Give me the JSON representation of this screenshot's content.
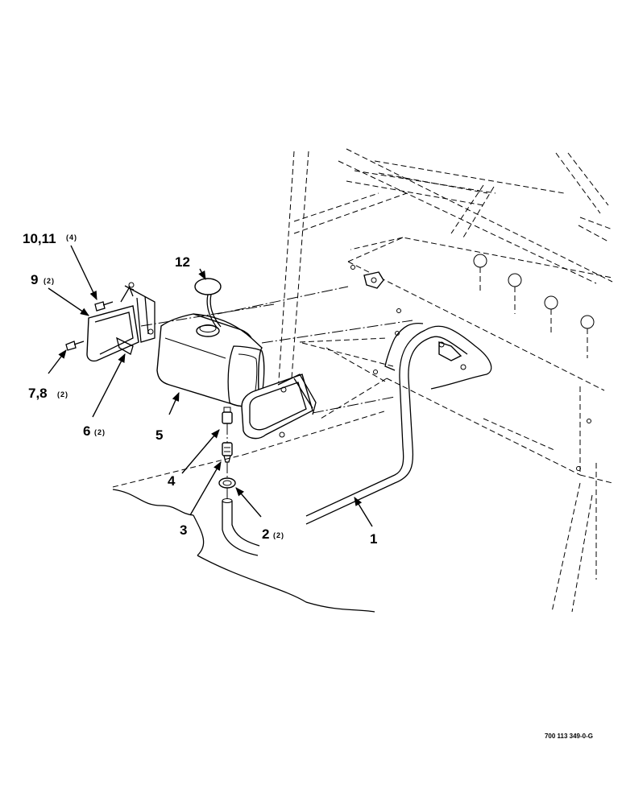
{
  "callouts": {
    "c1": {
      "num": "1",
      "qty": ""
    },
    "c2": {
      "num": "2",
      "qty": "(2)"
    },
    "c3": {
      "num": "3",
      "qty": ""
    },
    "c4": {
      "num": "4",
      "qty": ""
    },
    "c5": {
      "num": "5",
      "qty": ""
    },
    "c6": {
      "num": "6",
      "qty": "(2)"
    },
    "c78": {
      "num": "7,8",
      "qty": "(2)"
    },
    "c9": {
      "num": "9",
      "qty": "(2)"
    },
    "c1011": {
      "num": "10,11",
      "qty": "(4)"
    },
    "c12": {
      "num": "12",
      "qty": ""
    }
  },
  "document_number": "700 113 349-0-G"
}
